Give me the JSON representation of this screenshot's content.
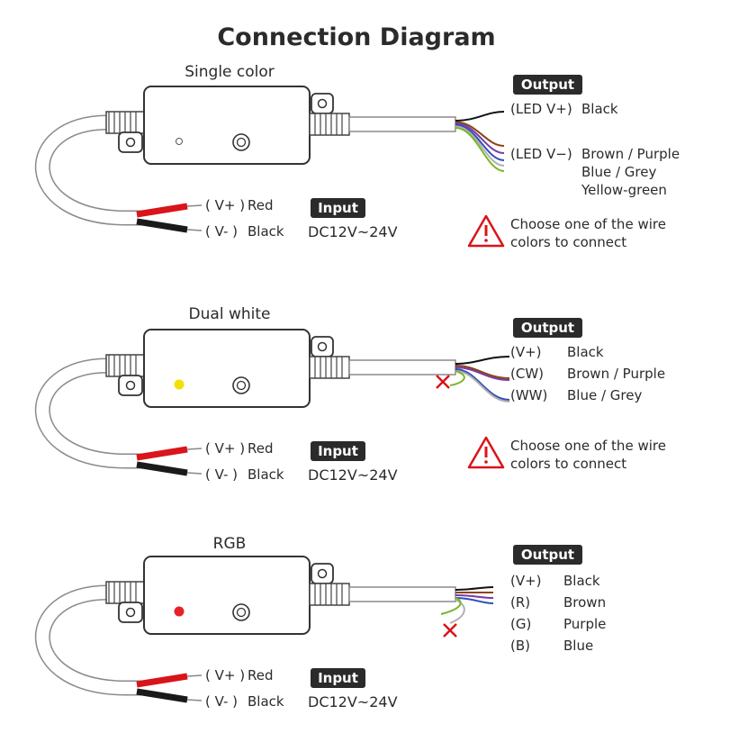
{
  "title": "Connection Diagram",
  "sections": [
    {
      "title": "Single color",
      "input": {
        "badge": "Input",
        "vplus_sym": "( V+ )",
        "vplus_color": "Red",
        "vminus_sym": "( V- )",
        "vminus_color": "Black",
        "voltage": "DC12V~24V"
      },
      "output": {
        "badge": "Output",
        "rows": [
          {
            "sym": "(LED V+)",
            "text": "Black"
          },
          {
            "sym": "(LED V−)",
            "text": "Brown / Purple"
          },
          {
            "sym": "",
            "text": "Blue / Grey"
          },
          {
            "sym": "",
            "text": "Yellow-green"
          }
        ],
        "warning": [
          "Choose one of the wire",
          "colors to connect"
        ]
      },
      "led_color": "none",
      "wires": [
        "#111111",
        "#8B4513",
        "#7a3aa8",
        "#2f4fb5",
        "#b0b0b0",
        "#7ab52a"
      ]
    },
    {
      "title": "Dual white",
      "input": {
        "badge": "Input",
        "vplus_sym": "( V+ )",
        "vplus_color": "Red",
        "vminus_sym": "( V- )",
        "vminus_color": "Black",
        "voltage": "DC12V~24V"
      },
      "output": {
        "badge": "Output",
        "rows": [
          {
            "sym": "(V+)",
            "text": "Black"
          },
          {
            "sym": "(CW)",
            "text": "Brown / Purple"
          },
          {
            "sym": "(WW)",
            "text": "Blue / Grey"
          }
        ],
        "warning": [
          "Choose one of the wire",
          "colors to connect"
        ]
      },
      "led_color": "#f2e100",
      "wires": [
        "#111111",
        "#8B4513",
        "#7a3aa8",
        "#2f4fb5",
        "#b0b0b0"
      ]
    },
    {
      "title": "RGB",
      "input": {
        "badge": "Input",
        "vplus_sym": "( V+ )",
        "vplus_color": "Red",
        "vminus_sym": "( V- )",
        "vminus_color": "Black",
        "voltage": "DC12V~24V"
      },
      "output": {
        "badge": "Output",
        "rows": [
          {
            "sym": "(V+)",
            "text": "Black"
          },
          {
            "sym": "(R)",
            "text": "Brown"
          },
          {
            "sym": "(G)",
            "text": "Purple"
          },
          {
            "sym": "(B)",
            "text": "Blue"
          }
        ],
        "warning": []
      },
      "led_color": "#e8202a",
      "wires": [
        "#111111",
        "#8B4513",
        "#7a3aa8",
        "#2f4fb5"
      ]
    }
  ],
  "colors": {
    "text": "#2b2b2b",
    "badge": "#2b2b2b",
    "red_wire": "#d9141a",
    "black_wire": "#1a1a1a",
    "warning": "#d9141a",
    "cut_mark": "#d9141a"
  }
}
